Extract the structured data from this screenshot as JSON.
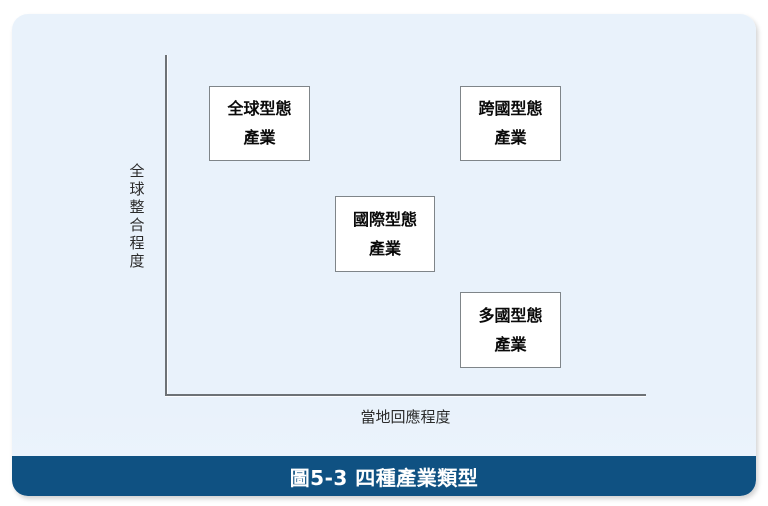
{
  "figure": {
    "caption": "圖5-3  四種產業類型",
    "panel_bg_color": "#e9f2fb",
    "caption_bar_color": "#0f5182",
    "caption_text_color": "#ffffff",
    "axis_color": "#6d7276",
    "box_border_color": "#7f8589",
    "box_fill_color": "#ffffff"
  },
  "chart_data": {
    "type": "scatter",
    "title": "圖5-3  四種產業類型",
    "xlabel": "當地回應程度",
    "ylabel": "全球整合程度",
    "grid": false,
    "legend": "none",
    "xlim": [
      0,
      1
    ],
    "ylim": [
      0,
      1
    ],
    "categories": [
      "全球型態產業",
      "跨國型態產業",
      "國際型態產業",
      "多國型態產業"
    ],
    "points": [
      {
        "label_line1": "全球型態",
        "label_line2": "產業",
        "x": 0.12,
        "y": 0.86,
        "quadrant": "top-left"
      },
      {
        "label_line1": "跨國型態",
        "label_line2": "產業",
        "x": 0.64,
        "y": 0.86,
        "quadrant": "top-right"
      },
      {
        "label_line1": "國際型態",
        "label_line2": "產業",
        "x": 0.39,
        "y": 0.53,
        "quadrant": "center"
      },
      {
        "label_line1": "多國型態",
        "label_line2": "產業",
        "x": 0.64,
        "y": 0.21,
        "quadrant": "bottom-right"
      }
    ]
  },
  "axes": {
    "y_title": "全球整合程度",
    "x_title": "當地回應程度"
  },
  "boxes": {
    "global": {
      "line1": "全球型態",
      "line2": "產業"
    },
    "transnational": {
      "line1": "跨國型態",
      "line2": "產業"
    },
    "international": {
      "line1": "國際型態",
      "line2": "產業"
    },
    "multinational": {
      "line1": "多國型態",
      "line2": "產業"
    }
  }
}
